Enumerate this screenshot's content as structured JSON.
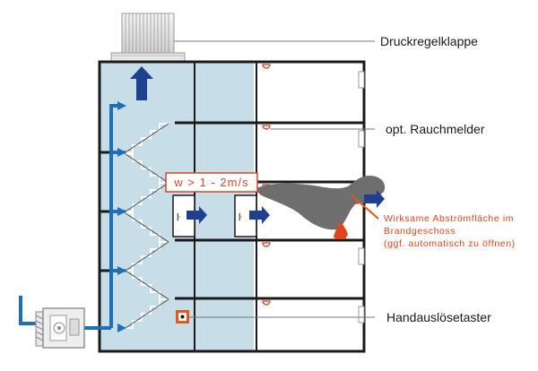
{
  "labels": {
    "pressure_damper": "Druckregelklappe",
    "smoke_detector": "opt. Rauchmelder",
    "release_button": "Handauslösetaster",
    "airflow_speed": "w > 1 - 2m/s",
    "exhaust_note": {
      "line1": "Wirksame Abströmfläche im",
      "line2": "Brandgeschoss",
      "line3": "(ggf. automatisch zu öffnen)"
    }
  },
  "colors": {
    "shaft_fill": "#c7dde8",
    "building_outline": "#1a1a1a",
    "airflow_blue": "#1e6fb5",
    "airflow_dark": "#1f3f8f",
    "smoke": "#6e6e6e",
    "fire": "#e0451b",
    "accent_orange": "#e05a1b",
    "detector_red": "#d43a1a"
  },
  "icons": {
    "damper": "pressure-damper-icon",
    "fan": "supply-fan-icon",
    "detector": "smoke-detector-icon",
    "button": "manual-release-button-icon",
    "fire": "fire-icon",
    "smoke": "smoke-plume-icon"
  }
}
